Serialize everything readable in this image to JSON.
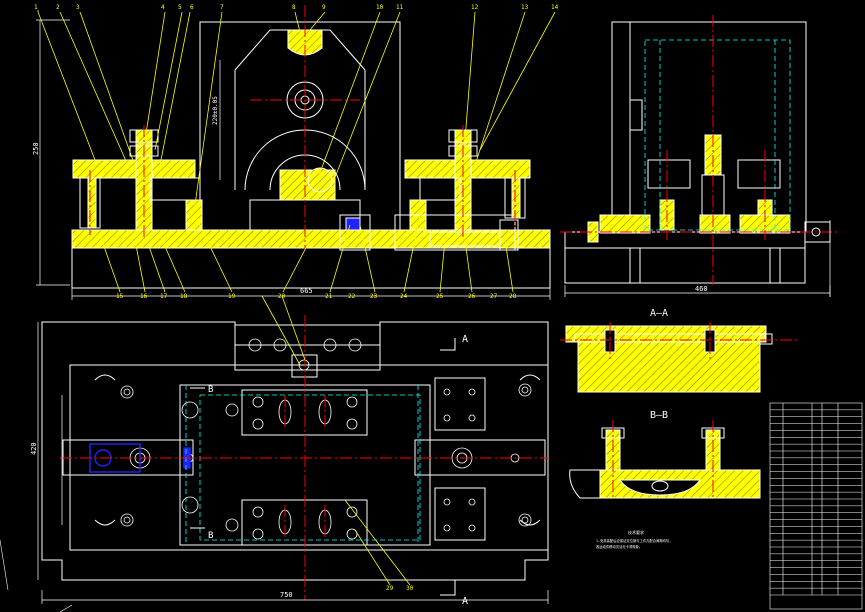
{
  "drawing": {
    "front_view": {
      "callouts_top": [
        "1",
        "2",
        "3",
        "4",
        "5",
        "6",
        "7",
        "8",
        "9",
        "10",
        "11",
        "12",
        "13",
        "14"
      ],
      "callouts_bottom": [
        "15",
        "16",
        "17",
        "18",
        "19",
        "20",
        "21",
        "22",
        "23",
        "24",
        "25",
        "26",
        "27",
        "28"
      ],
      "dim_height": "250",
      "dim_center": "220±0.05",
      "dim_width": "665"
    },
    "side_view": {
      "dim_width": "460"
    },
    "plan_view": {
      "dim_width": "750",
      "dim_height": "420",
      "section_marks": [
        "A",
        "A",
        "B",
        "B"
      ],
      "callouts": [
        "29",
        "30"
      ]
    },
    "sections": {
      "a_a": "A—A",
      "b_b": "B—B"
    },
    "notes": {
      "title": "技术要求",
      "lines": [
        "1.夹具装配后应保证定位销与工件孔配合间隙均匀，",
        "各运动件移动灵活无卡滞现象。"
      ]
    },
    "title_block": {
      "rows": 28
    }
  },
  "colors": {
    "background": "#000000",
    "outline": "#ffffff",
    "hatch_fill": "#ffff00",
    "centerline": "#ff0000",
    "hidden": "#00ffff",
    "leader": "#ffff00",
    "part_blue": "#2222ff",
    "dimension": "#ffffff"
  }
}
